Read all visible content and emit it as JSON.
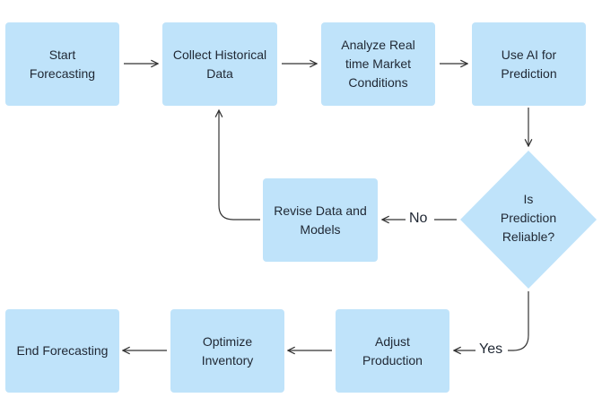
{
  "nodes": {
    "start": "Start\nForecasting",
    "collect": "Collect Historical\nData",
    "analyze": "Analyze Real\ntime Market\nConditions",
    "predict": "Use AI for\nPrediction",
    "decision": "Is\nPrediction\nReliable?",
    "revise": "Revise Data and\nModels",
    "adjust": "Adjust\nProduction",
    "optimize": "Optimize\nInventory",
    "end": "End Forecasting"
  },
  "edges": {
    "no_label": "No",
    "yes_label": "Yes"
  },
  "colors": {
    "node_fill": "#bfe3fa",
    "line": "#333333",
    "text": "#1f2733"
  }
}
